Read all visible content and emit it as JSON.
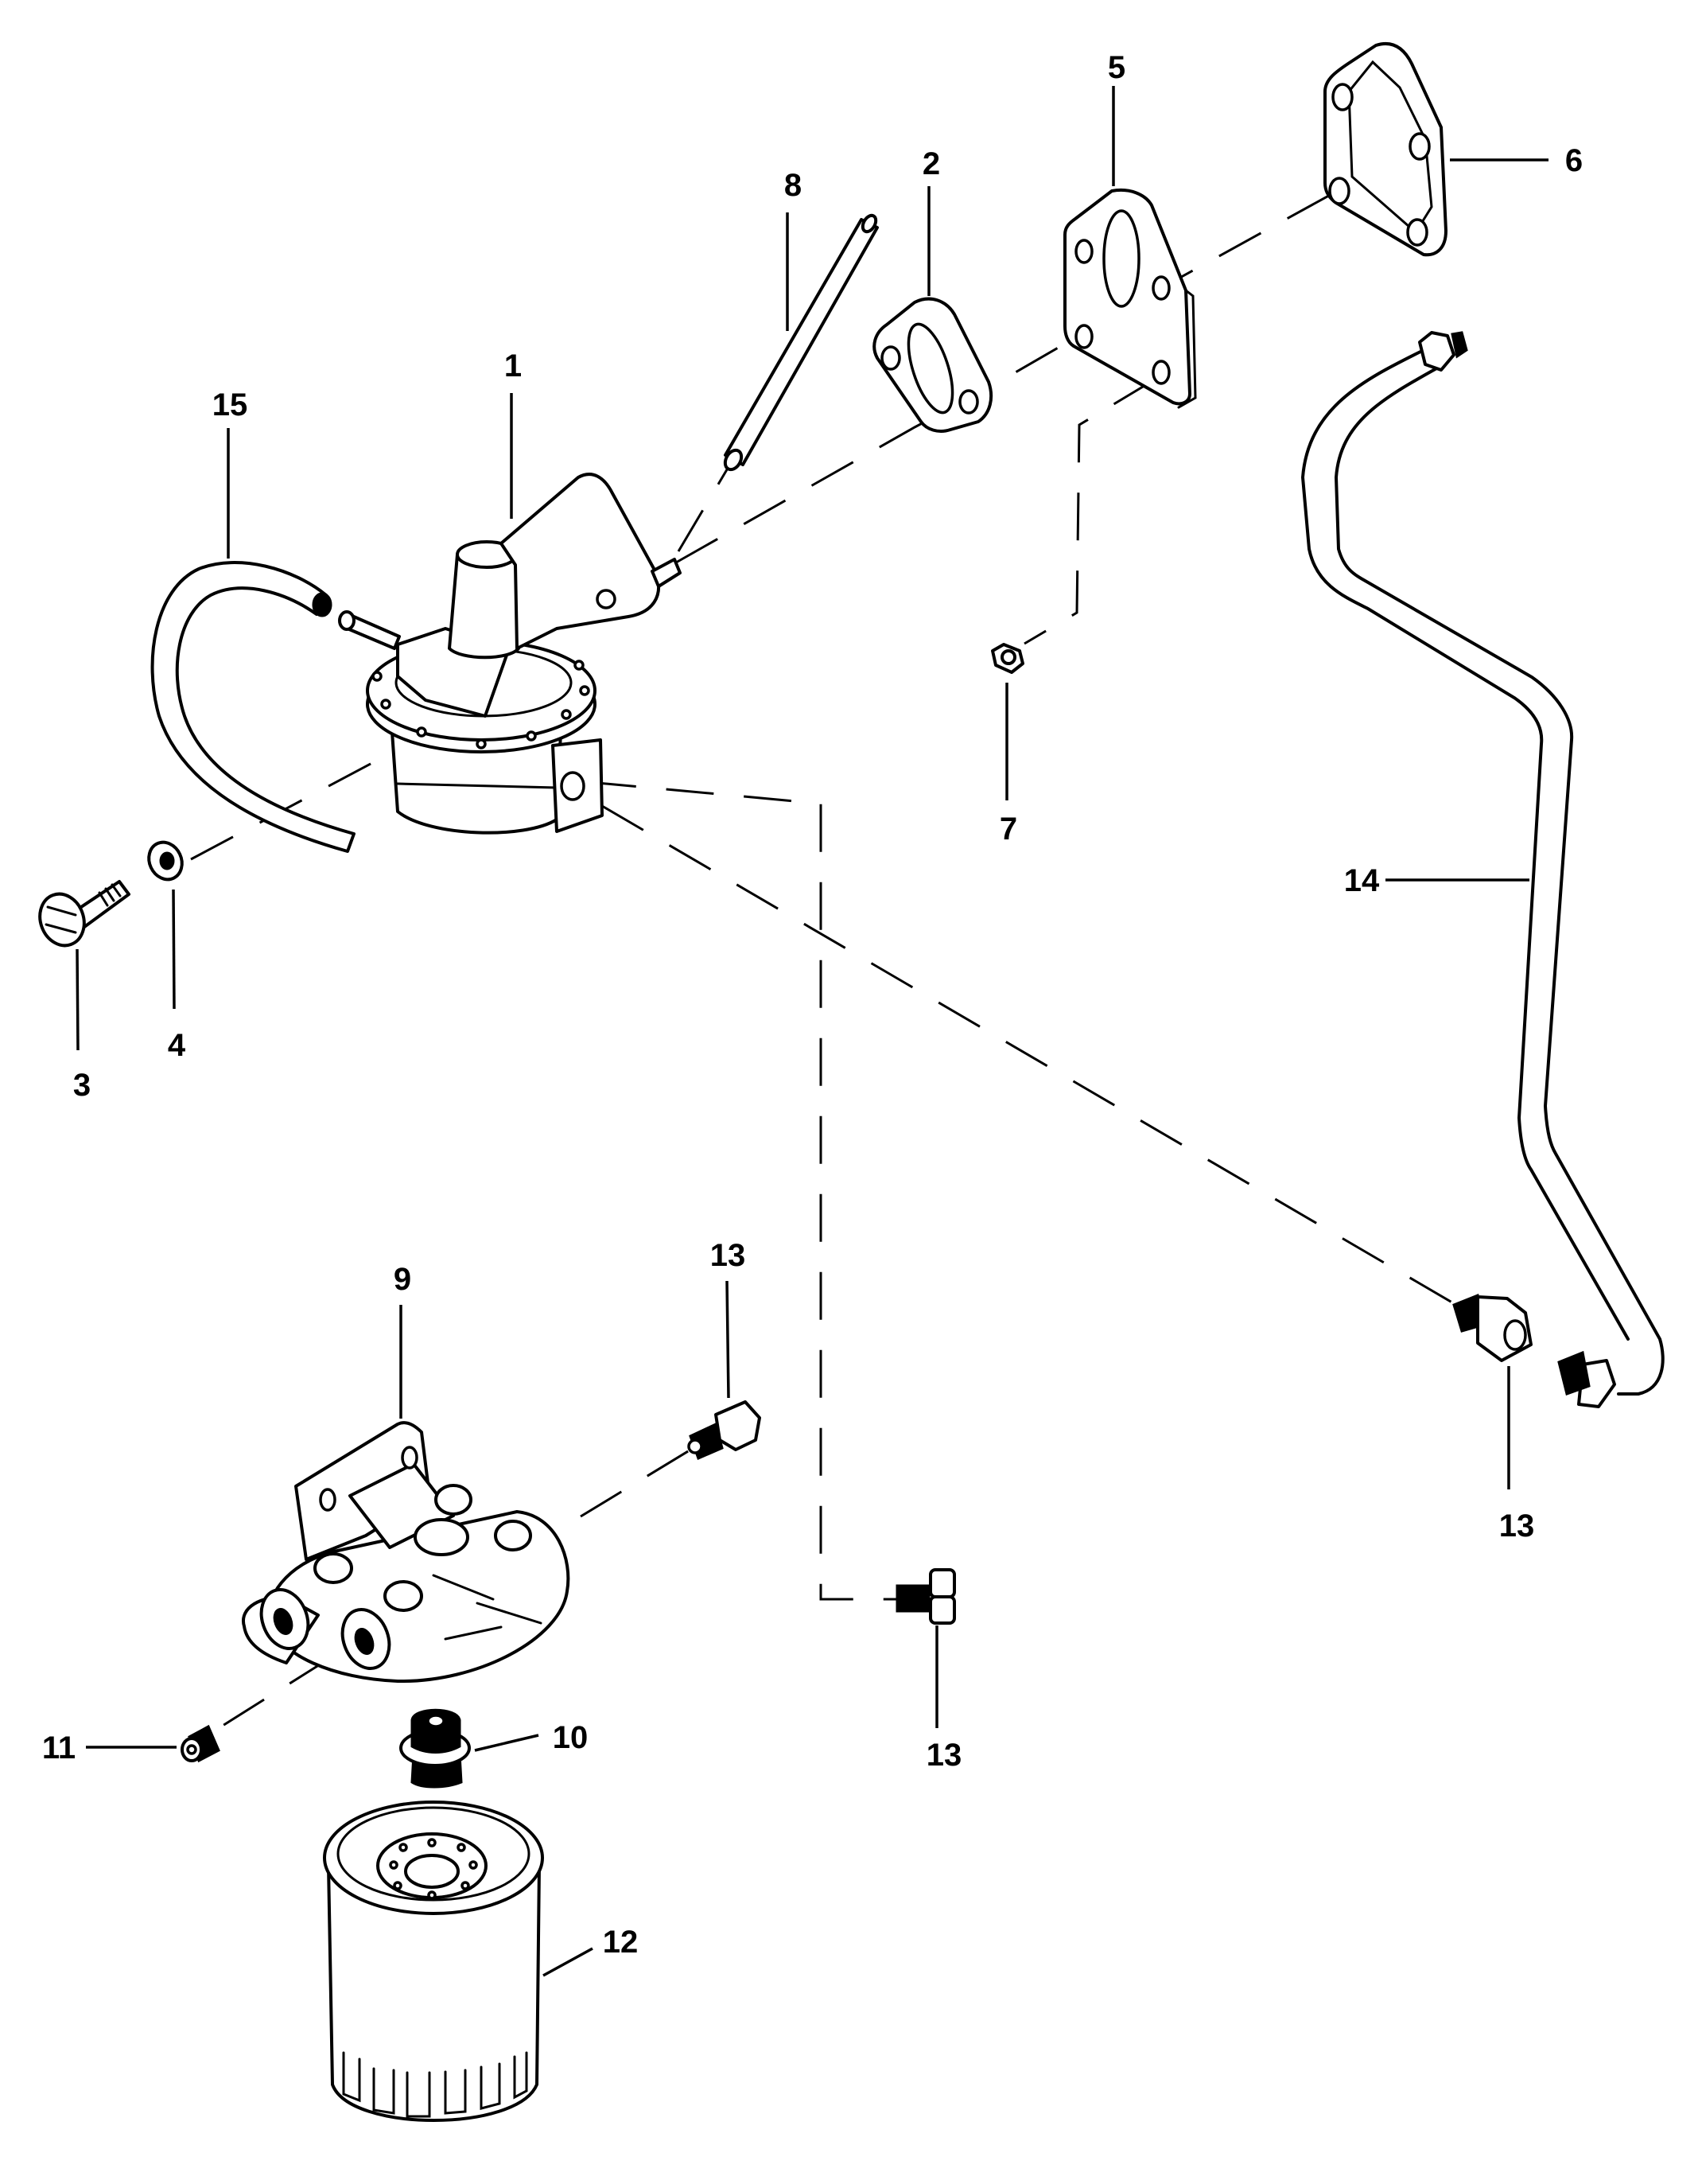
{
  "diagram": {
    "title": "Fuel pump and filter assembly — exploded parts view",
    "background_color": "#ffffff",
    "line_color": "#000000",
    "callouts": [
      {
        "id": "c1",
        "label": "1",
        "part": "fuel-pump"
      },
      {
        "id": "c2",
        "label": "2",
        "part": "gasket-small"
      },
      {
        "id": "c3",
        "label": "3",
        "part": "bolt"
      },
      {
        "id": "c4",
        "label": "4",
        "part": "washer"
      },
      {
        "id": "c5",
        "label": "5",
        "part": "mounting-plate"
      },
      {
        "id": "c6",
        "label": "6",
        "part": "gasket-large"
      },
      {
        "id": "c7",
        "label": "7",
        "part": "nut"
      },
      {
        "id": "c8",
        "label": "8",
        "part": "vent-tube"
      },
      {
        "id": "c9",
        "label": "9",
        "part": "filter-head"
      },
      {
        "id": "c10",
        "label": "10",
        "part": "adapter-fitting"
      },
      {
        "id": "c11",
        "label": "11",
        "part": "pipe-plug"
      },
      {
        "id": "c12",
        "label": "12",
        "part": "fuel-filter"
      },
      {
        "id": "c13a",
        "label": "13",
        "part": "fitting-filter-head"
      },
      {
        "id": "c13b",
        "label": "13",
        "part": "fitting-fuel-line"
      },
      {
        "id": "c13c",
        "label": "13",
        "part": "fitting-plug"
      },
      {
        "id": "c14",
        "label": "14",
        "part": "fuel-line"
      },
      {
        "id": "c15",
        "label": "15",
        "part": "hose"
      }
    ]
  }
}
